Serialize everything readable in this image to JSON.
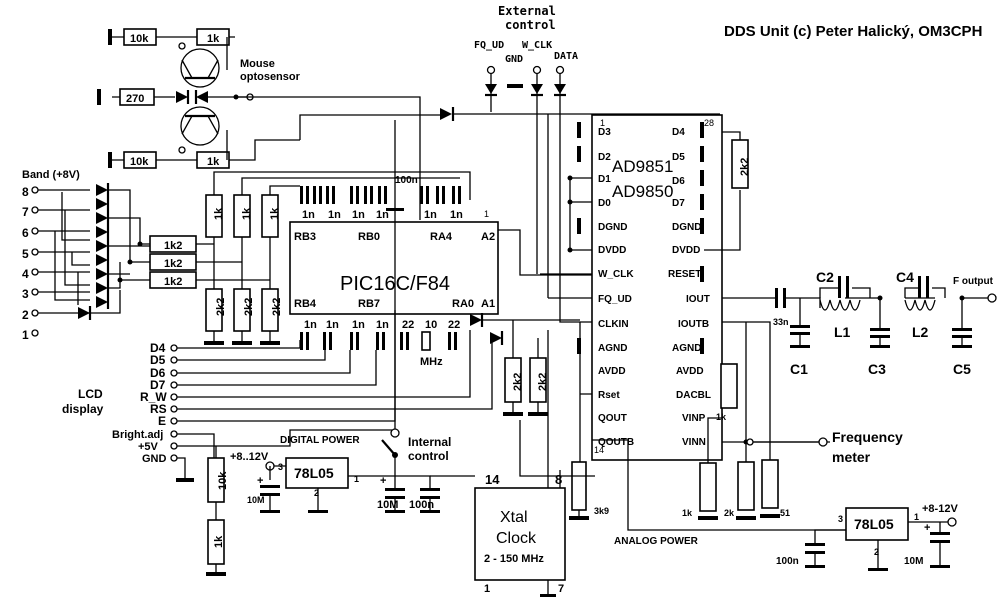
{
  "title": "DDS Unit (c) Peter Halický, OM3CPH",
  "external_control": {
    "heading_line1": "External",
    "heading_line2": "control",
    "pins": [
      "FQ_UD",
      "GND",
      "W_CLK",
      "DATA"
    ]
  },
  "mouse": {
    "line1": "Mouse",
    "line2": "optosensor"
  },
  "resistors": {
    "r_top_left": "10k",
    "r_top_right": "1k",
    "r_mid": "270",
    "r_bot_left": "10k",
    "r_bot_right": "1k",
    "band_r1": "1k2",
    "band_r2": "1k2",
    "band_r3": "1k2",
    "pullup": "1k",
    "pulldown": "2k2",
    "led_r1": "2k2",
    "led_r2": "2k2",
    "dds_r": "2k2",
    "bright_r1": "10k",
    "bright_r2": "1k",
    "rset": "3k9",
    "out_r1": "1k",
    "out_r2": "2k",
    "out_r3": "51",
    "vinn_r": "1k"
  },
  "band": {
    "label": "Band (+8V)",
    "numbers": [
      "8",
      "7",
      "6",
      "5",
      "4",
      "3",
      "2",
      "1"
    ]
  },
  "pic": {
    "name": "PIC16C/F84",
    "pins_top": [
      "RB3",
      "RB0",
      "RA4",
      "A2"
    ],
    "pins_bottom": [
      "RB4",
      "RB7",
      "RA0",
      "A1"
    ],
    "pin1": "1",
    "caps": [
      "1n",
      "1n",
      "1n",
      "1n",
      "1n",
      "1n"
    ],
    "cap_100n": "100n",
    "crystal_caps": [
      "22",
      "10",
      "22"
    ],
    "crystal_unit": "MHz"
  },
  "lcd": {
    "label_line1": "LCD",
    "label_line2": "display",
    "pins": [
      "D4",
      "D5",
      "D6",
      "D7",
      "R_W",
      "RS",
      "E",
      "Bright.adj",
      "+5V",
      "GND"
    ]
  },
  "dds": {
    "name_line1": "AD9851",
    "name_line2": "AD9850",
    "pin1": "1",
    "pin28": "28",
    "left_pins": [
      "D3",
      "D2",
      "D1",
      "D0",
      "DGND",
      "DVDD",
      "W_CLK",
      "FQ_UD",
      "CLKIN",
      "AGND",
      "AVDD",
      "Rset",
      "QOUT",
      "QOUTB"
    ],
    "right_pins": [
      "D4",
      "D5",
      "D6",
      "D7",
      "DGND",
      "DVDD",
      "RESET",
      "IOUT",
      "IOUTB",
      "AGND",
      "AVDD",
      "DACBL",
      "VINP",
      "VINN"
    ],
    "pin14": "14"
  },
  "digital_power": {
    "label": "DIGITAL POWER",
    "input": "+8..12V",
    "reg": "78L05",
    "pin_in": "3",
    "pin_out": "1",
    "pin_gnd": "2",
    "cap1": "10M",
    "cap2": "10M",
    "cap3": "100n"
  },
  "internal_control": {
    "line1": "Internal",
    "line2": "control"
  },
  "xtal": {
    "line1": "Xtal",
    "line2": "Clock",
    "line3": "2 - 150 MHz",
    "pin14": "14",
    "pin8": "8",
    "pin1": "1",
    "pin7": "7"
  },
  "filter": {
    "cap_in": "33n",
    "labels": [
      "C1",
      "C2",
      "L1",
      "C3",
      "C4",
      "L2",
      "C5"
    ],
    "output": "F output"
  },
  "freq_meter": {
    "line1": "Frequency",
    "line2": "meter"
  },
  "analog_power": {
    "label": "ANALOG POWER",
    "input": "+8-12V",
    "reg": "78L05",
    "pin_in": "3",
    "pin_out": "1",
    "pin_gnd": "2",
    "cap1": "100n",
    "cap2": "10M"
  }
}
